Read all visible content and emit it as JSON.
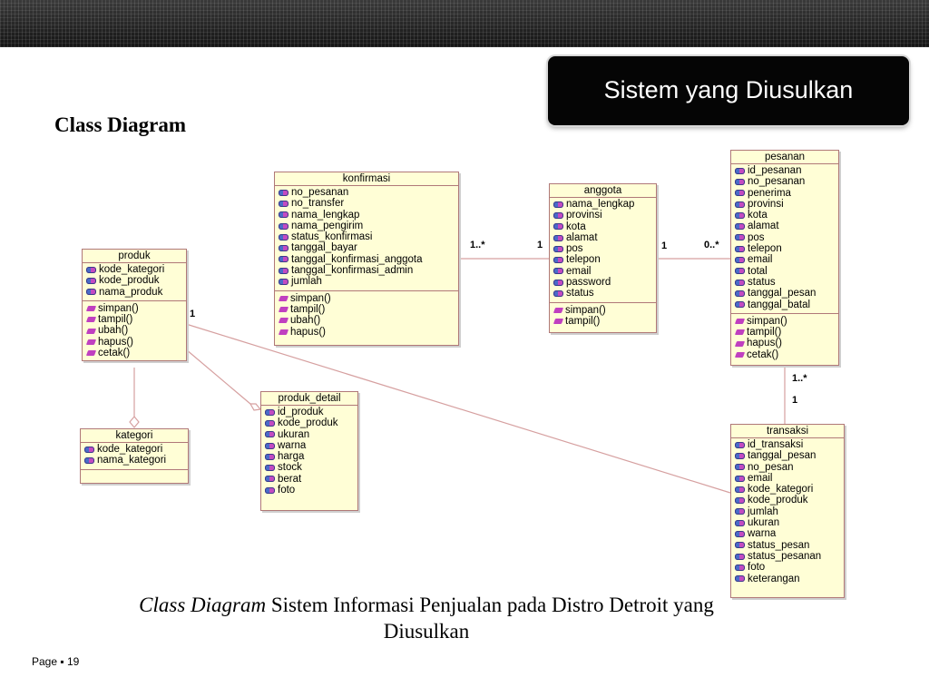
{
  "slide": {
    "title": "Sistem yang Diusulkan",
    "heading": "Class Diagram",
    "caption_italic": "Class Diagram",
    "caption_rest": " Sistem Informasi Penjualan pada Distro Detroit yang Diusulkan",
    "page_label": "Page",
    "page_number": "19"
  },
  "classes": {
    "produk": {
      "name": "produk",
      "attributes": [
        "kode_kategori",
        "kode_produk",
        "nama_produk"
      ],
      "operations": [
        "simpan()",
        "tampil()",
        "ubah()",
        "hapus()",
        "cetak()"
      ]
    },
    "kategori": {
      "name": "kategori",
      "attributes": [
        "kode_kategori",
        "nama_kategori"
      ],
      "operations": []
    },
    "konfirmasi": {
      "name": "konfirmasi",
      "attributes": [
        "no_pesanan",
        "no_transfer",
        "nama_lengkap",
        "nama_pengirim",
        "status_konfirmasi",
        "tanggal_bayar",
        "tanggal_konfirmasi_anggota",
        "tanggal_konfirmasi_admin",
        "jumlah"
      ],
      "operations": [
        "simpan()",
        "tampil()",
        "ubah()",
        "hapus()"
      ]
    },
    "produk_detail": {
      "name": "produk_detail",
      "attributes": [
        "id_produk",
        "kode_produk",
        "ukuran",
        "warna",
        "harga",
        "stock",
        "berat",
        "foto"
      ],
      "operations": []
    },
    "anggota": {
      "name": "anggota",
      "attributes": [
        "nama_lengkap",
        "provinsi",
        "kota",
        "alamat",
        "pos",
        "telepon",
        "email",
        "password",
        "status"
      ],
      "operations": [
        "simpan()",
        "tampil()"
      ]
    },
    "pesanan": {
      "name": "pesanan",
      "attributes": [
        "id_pesanan",
        "no_pesanan",
        "penerima",
        "provinsi",
        "kota",
        "alamat",
        "pos",
        "telepon",
        "email",
        "total",
        "status",
        "tanggal_pesan",
        "tanggal_batal"
      ],
      "operations": [
        "simpan()",
        "tampil()",
        "hapus()",
        "cetak()"
      ]
    },
    "transaksi": {
      "name": "transaksi",
      "attributes": [
        "id_transaksi",
        "tanggal_pesan",
        "no_pesan",
        "email",
        "kode_kategori",
        "kode_produk",
        "jumlah",
        "ukuran",
        "warna",
        "status_pesan",
        "status_pesanan",
        "foto",
        "keterangan"
      ],
      "operations": []
    }
  },
  "multiplicities": {
    "konfirmasi_anggota_left": "1..*",
    "konfirmasi_anggota_right": "1",
    "anggota_pesanan_left": "1",
    "anggota_pesanan_right": "0..*",
    "produk_transaksi": "1",
    "pesanan_transaksi_top": "1..*",
    "pesanan_transaksi_bottom": "1"
  }
}
